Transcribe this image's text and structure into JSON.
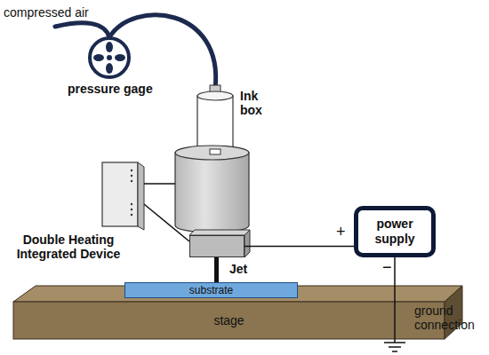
{
  "diagram": {
    "nodes": [
      {
        "text": [
          "power supply"
        ]
      },
      {
        "text": [
          "Jet"
        ]
      },
      {
        "text": [
          "substrate"
        ]
      },
      {
        "text": [
          "stage"
        ]
      }
    ],
    "edges": [
      {
        "from": 0,
        "to": 1,
        "arrow": "none",
        "label": "+"
      }
    ],
    "labels": [
      "compressed air",
      "pressure gage",
      "Ink box",
      "Double Heating Integrated Device",
      "−",
      "ground connection"
    ]
  }
}
